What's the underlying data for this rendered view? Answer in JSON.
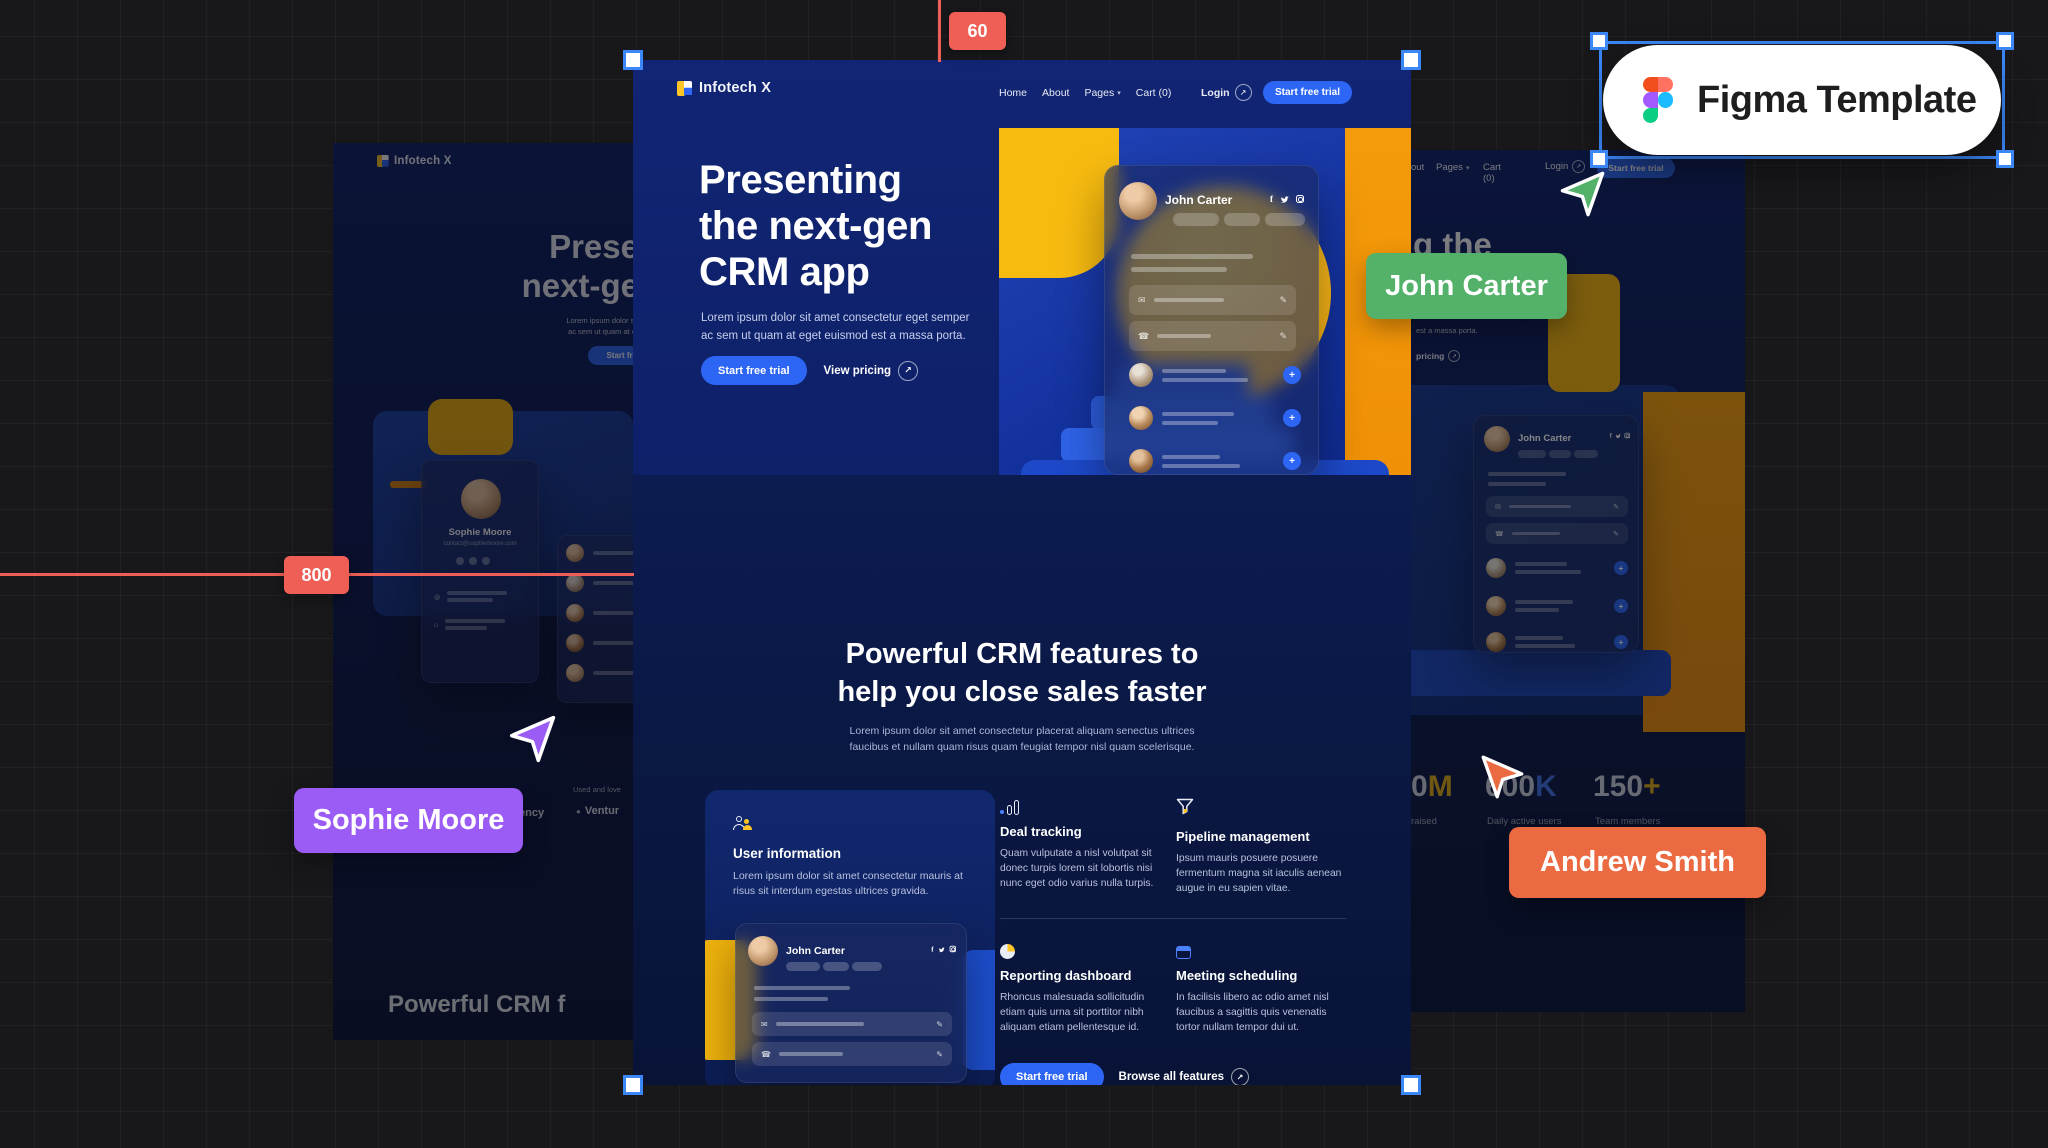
{
  "icons": {
    "chevron_down": "▾",
    "arrow_up_right": "↗",
    "envelope": "✉",
    "phone": "☎",
    "pencil": "✎",
    "plus": "+",
    "facebook": "f",
    "location": "◎",
    "home": "⌂",
    "venture_dot": "●"
  },
  "measurements": {
    "top_gap": "60",
    "left_gap": "800"
  },
  "figma_badge": {
    "label": "Figma Template"
  },
  "cursors": {
    "green_name": "John Carter",
    "purple_name": "Sophie Moore",
    "orange_name": "Andrew Smith"
  },
  "colors": {
    "accent_blue": "#2d66f5",
    "accent_yellow": "#fec526",
    "label_green": "#53b169",
    "label_purple": "#9a5cf5",
    "label_orange": "#ec6a41",
    "measure_red": "#ef5f55",
    "selection_blue": "#3b87f7"
  },
  "main": {
    "brand": "Infotech X",
    "nav": [
      "Home",
      "About",
      "Pages",
      "Cart (0)"
    ],
    "login_label": "Login",
    "nav_cta": "Start free trial",
    "hero": {
      "title_line1": "Presenting",
      "title_line2": "the next-gen",
      "title_line3": "CRM app",
      "subtitle_line1": "Lorem ipsum dolor sit amet consectetur eget semper",
      "subtitle_line2": "ac sem ut quam at eget euismod est a massa porta.",
      "primary_cta": "Start free trial",
      "secondary_cta": "View pricing",
      "profile_name": "John Carter"
    },
    "features": {
      "title_line1": "Powerful CRM features to",
      "title_line2": "help you close sales faster",
      "subtitle_line1": "Lorem ipsum dolor sit amet consectetur placerat aliquam senectus ultrices",
      "subtitle_line2": "faucibus et nullam quam risus quam feugiat tempor nisl quam scelerisque.",
      "user_info": {
        "title": "User information",
        "text": "Lorem ipsum dolor sit amet consectetur mauris at risus sit interdum egestas ultrices gravida.",
        "profile_name": "John Carter"
      },
      "deal": {
        "title": "Deal tracking",
        "text": "Quam vulputate a nisl volutpat sit donec turpis lorem sit lobortis nisi nunc eget odio varius nulla turpis."
      },
      "pipeline": {
        "title": "Pipeline management",
        "text": "Ipsum mauris posuere posuere fermentum magna sit iaculis aenean augue in eu sapien vitae."
      },
      "reporting": {
        "title": "Reporting dashboard",
        "text": "Rhoncus malesuada sollicitudin etiam quis urna sit porttitor nibh aliquam etiam pellentesque id."
      },
      "meeting": {
        "title": "Meeting scheduling",
        "text": "In facilisis libero ac odio amet nisl faucibus a sagittis quis venenatis tortor nullam tempor dui ut."
      },
      "primary_cta": "Start free trial",
      "secondary_cta": "Browse all features"
    }
  },
  "left": {
    "brand": "Infotech X",
    "title_frag_1": "Prese",
    "title_frag_2": "next-ge",
    "body_frag_1": "Lorem ipsum dolor si",
    "body_frag_2": "ac sem ut quam at e",
    "cta_frag": "Start free",
    "profile": {
      "name": "Sophie Moore",
      "email": "contact@sophiemoore.com"
    },
    "loved_frag": "Used and love",
    "brand_frag_1": "ency",
    "brand_frag_2": "Ventur",
    "bottom_frag": "Powerful CRM f"
  },
  "right": {
    "nav_frag": "out",
    "nav_pages": "Pages",
    "nav_cart": "Cart (0)",
    "login_label": "Login",
    "nav_cta": "Start free trial",
    "title_frag": "g the",
    "body_frag": "est a massa porta.",
    "pricing_frag": "pricing",
    "profile_name": "John Carter",
    "stats": [
      {
        "num": "0",
        "accent": "M",
        "accent_color": "#d9a517",
        "label": "raised"
      },
      {
        "num": "600",
        "accent": "K",
        "accent_color": "#3e6de0",
        "label": "Daily active users"
      },
      {
        "num": "150",
        "accent": "+",
        "accent_color": "#d9a517",
        "label": "Team members"
      }
    ]
  }
}
